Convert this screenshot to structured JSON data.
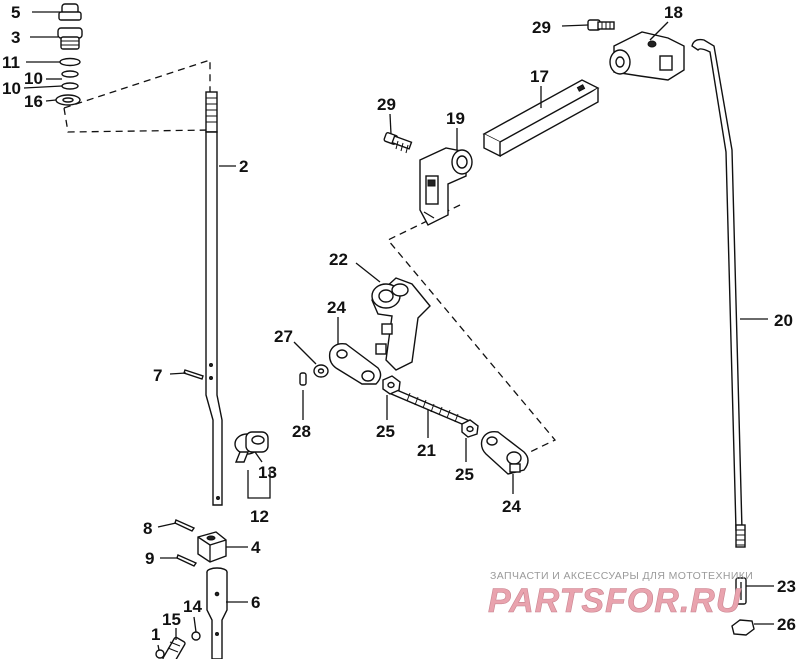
{
  "callouts": {
    "p1": "1",
    "p2": "2",
    "p3": "3",
    "p4": "4",
    "p5": "5",
    "p6": "6",
    "p7": "7",
    "p8": "8",
    "p9": "9",
    "p10": "10",
    "p11": "11",
    "p12": "12",
    "p13": "13",
    "p14": "14",
    "p15": "15",
    "p16": "16",
    "p17": "17",
    "p18": "18",
    "p19a": "19",
    "p20": "20",
    "p21": "21",
    "p22": "22",
    "p23": "23",
    "p24a": "24",
    "p24b": "24",
    "p25a": "25",
    "p25b": "25",
    "p26": "26",
    "p27": "27",
    "p28": "28",
    "p29a": "29",
    "p29b": "29"
  },
  "watermark": {
    "caption": "ЗАПЧАСТИ И АКСЕССУАРЫ ДЛЯ МОТОТЕХНИКИ",
    "logo": "PARTSFOR.RU",
    "color": "#e9a3ae"
  },
  "colors": {
    "ink": "#111111",
    "paper": "#ffffff"
  }
}
